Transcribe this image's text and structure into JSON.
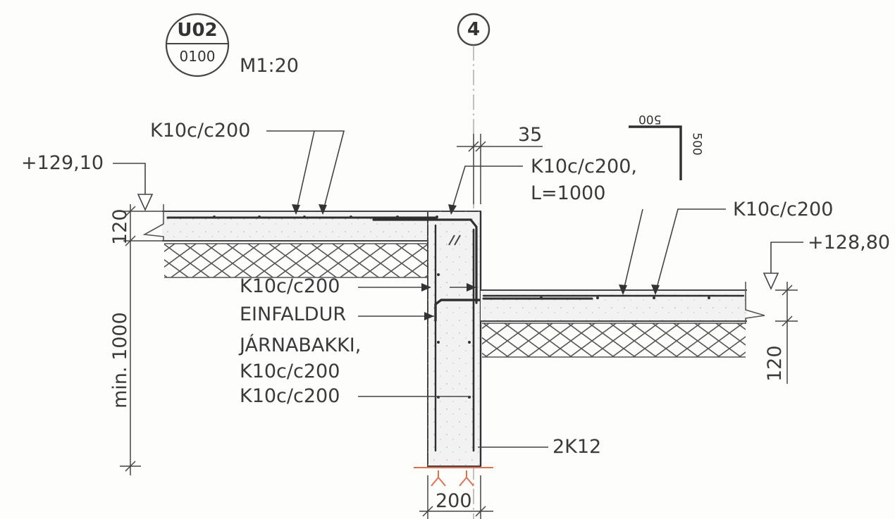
{
  "detail_marker": {
    "id": "U02",
    "sheet": "0100"
  },
  "scale": "M1:20",
  "grid_axis": "4",
  "levels": {
    "upper": "+129,10",
    "lower": "+128,80"
  },
  "dimensions": {
    "top_slab_thickness": "120",
    "bottom_slab_thickness": "120",
    "wall_depth": "min. 1000",
    "offset": "35",
    "wall_width": "200",
    "bend_leg_horizontal": "500",
    "bend_leg_vertical": "500"
  },
  "rebar_labels": {
    "top_slab": "K10c/c200",
    "bent_bar_line1": "K10c/c200,",
    "bent_bar_line2": "L=1000",
    "lower_slab": "K10c/c200",
    "wall_link": "K10c/c200",
    "tray_line1": "EINFALDUR",
    "tray_line2": "JÁRNABAKKI,",
    "tray_line3": "K10c/c200",
    "wall_vertical": "K10c/c200",
    "wall_bottom": "2K12"
  }
}
